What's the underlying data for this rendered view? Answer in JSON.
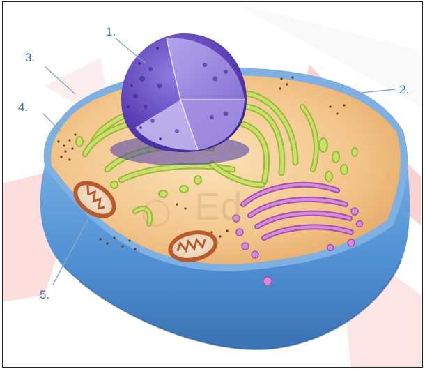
{
  "diagram": {
    "labels": [
      {
        "number": "1."
      },
      {
        "number": "2."
      },
      {
        "number": "3."
      },
      {
        "number": "4."
      },
      {
        "number": "5."
      }
    ],
    "watermark": "Ed",
    "colors": {
      "label_text": "#3f6f9a",
      "leader_line": "#8aa9c4",
      "membrane_blue": "#4f8fd2",
      "cytoplasm": "#f2c58a",
      "nucleus": "#6a4fc4",
      "endoplasmic_reticulum": "#b7d34a",
      "golgi": "#c46cc9",
      "mitochondrion": "#b85a2a",
      "watermark_red": "#e8322c"
    }
  }
}
